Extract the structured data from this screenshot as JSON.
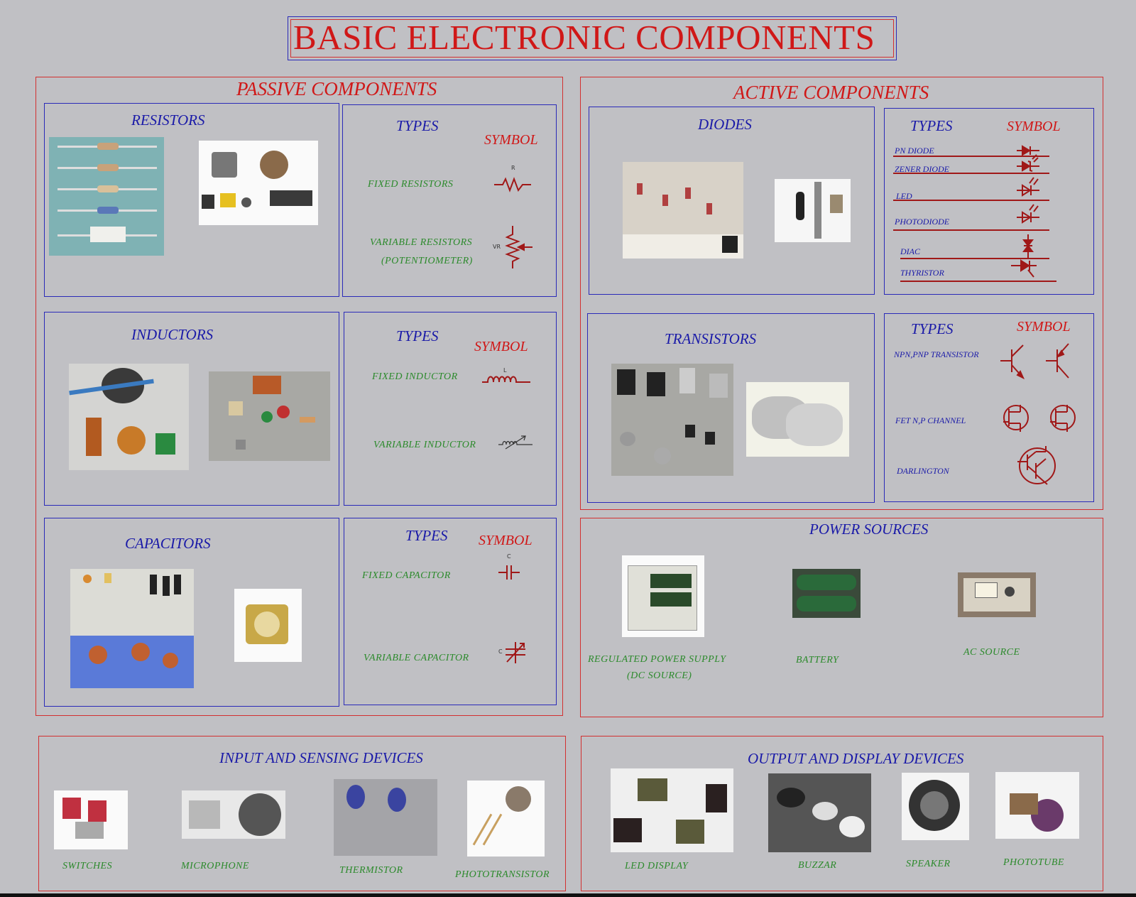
{
  "title": "BASIC ELECTRONIC COMPONENTS",
  "passive": {
    "heading": "PASSIVE COMPONENTS",
    "resistors": {
      "heading": "RESISTORS",
      "types_label": "TYPES",
      "symbol_label": "SYMBOL",
      "fixed": "FIXED RESISTORS",
      "fixed_sym": "R",
      "variable": "VARIABLE RESISTORS",
      "variable2": "(POTENTIOMETER)",
      "variable_sym": "VR"
    },
    "inductors": {
      "heading": "INDUCTORS",
      "types_label": "TYPES",
      "symbol_label": "SYMBOL",
      "fixed": "FIXED INDUCTOR",
      "fixed_sym": "L",
      "variable": "VARIABLE INDUCTOR"
    },
    "capacitors": {
      "heading": "CAPACITORS",
      "types_label": "TYPES",
      "symbol_label": "SYMBOL",
      "fixed": "FIXED CAPACITOR",
      "fixed_sym": "C",
      "variable": "VARIABLE CAPACITOR",
      "variable_sym": "C"
    }
  },
  "active": {
    "heading": "ACTIVE COMPONENTS",
    "diodes": {
      "heading": "DIODES",
      "types_label": "TYPES",
      "symbol_label": "SYMBOL",
      "types": [
        "PN DIODE",
        "ZENER DIODE",
        "LED",
        "PHOTODIODE",
        "DIAC",
        "THYRISTOR"
      ]
    },
    "transistors": {
      "heading": "TRANSISTORS",
      "types_label": "TYPES",
      "symbol_label": "SYMBOL",
      "types": [
        "NPN,PNP TRANSISTOR",
        "FET N,P CHANNEL",
        "DARLINGTON"
      ]
    }
  },
  "power": {
    "heading": "POWER SOURCES",
    "items": [
      "REGULATED POWER SUPPLY",
      "(DC SOURCE)",
      "BATTERY",
      "AC SOURCE"
    ]
  },
  "input": {
    "heading": "INPUT AND SENSING DEVICES",
    "items": [
      "SWITCHES",
      "MICROPHONE",
      "THERMISTOR",
      "PHOTOTRANSISTOR"
    ]
  },
  "output": {
    "heading": "OUTPUT AND DISPLAY DEVICES",
    "items": [
      "LED DISPLAY",
      "BUZZAR",
      "SPEAKER",
      "PHOTOTUBE"
    ]
  },
  "colors": {
    "frame_red": "#d23030",
    "frame_blue": "#2a2ab8",
    "label_green": "#2c8a2c",
    "symbol_red": "#a01818"
  }
}
